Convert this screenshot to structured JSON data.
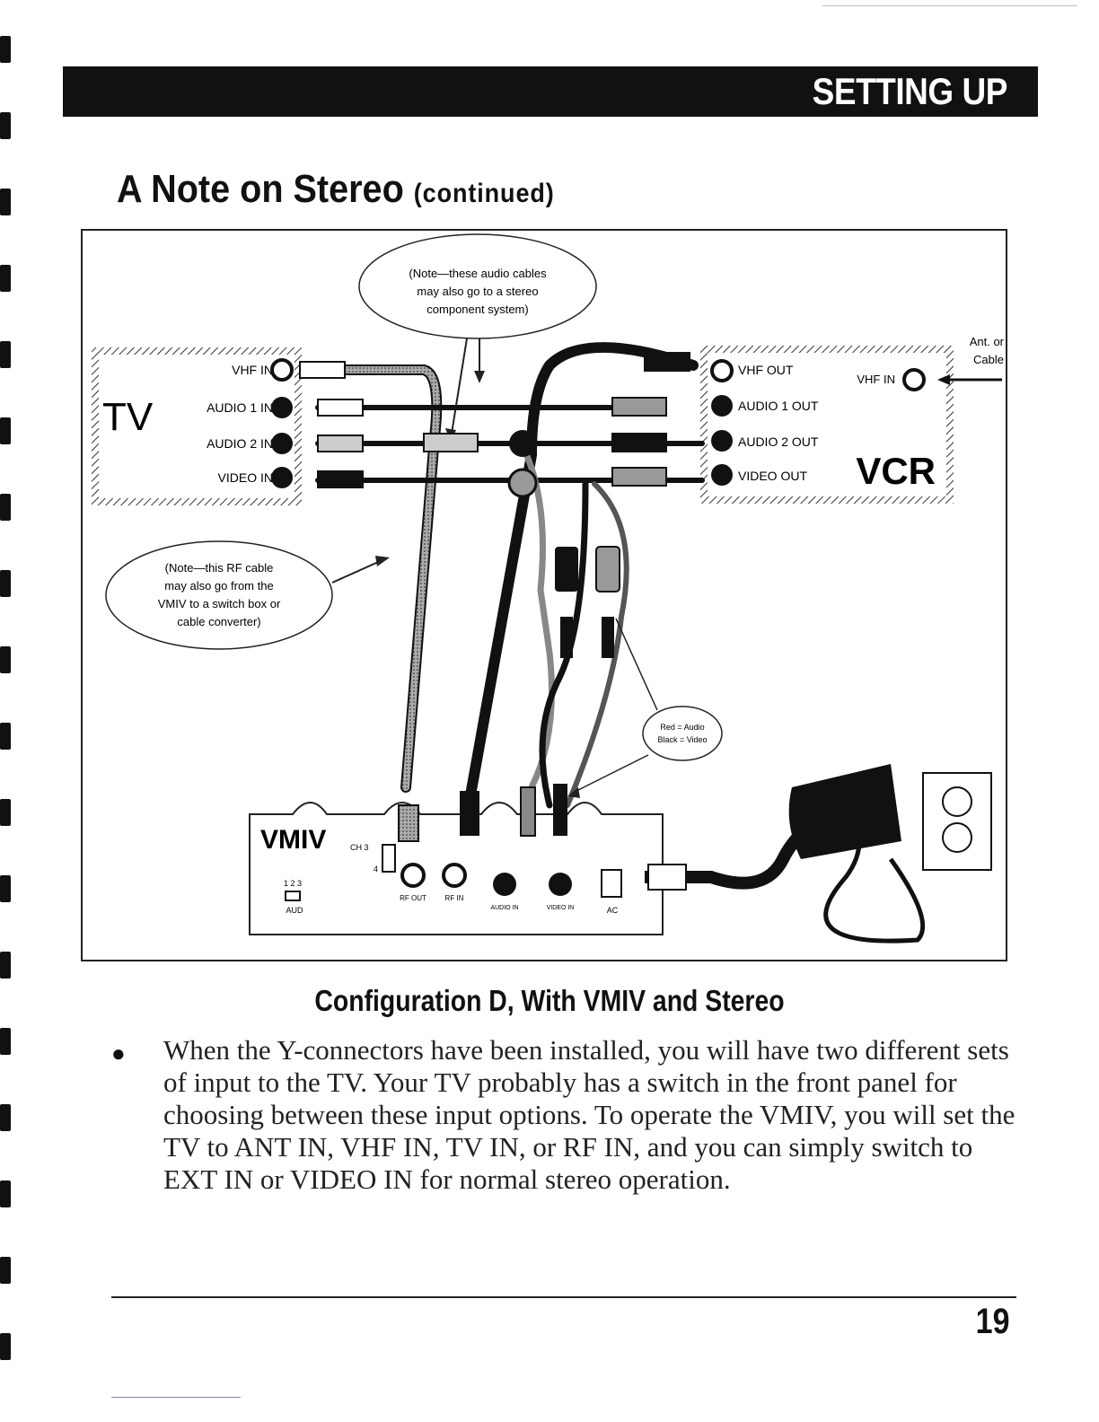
{
  "header": {
    "title": "SETTING UP"
  },
  "page": {
    "title": "A Note on Stereo",
    "subtitle": "(continued)",
    "number": "19"
  },
  "figure": {
    "note_audio": [
      "(Note—these audio cables",
      "may also go to a stereo",
      "component system)"
    ],
    "note_rf": [
      "(Note—this RF cable",
      "may also go from the",
      "VMIV to a switch box or",
      "cable converter)"
    ],
    "tv": {
      "label": "TV",
      "jacks": [
        "VHF IN",
        "AUDIO 1 IN",
        "AUDIO 2 IN",
        "VIDEO IN"
      ]
    },
    "vcr": {
      "label": "VCR",
      "jacks": [
        "VHF OUT",
        "AUDIO 1 OUT",
        "AUDIO 2 OUT",
        "VIDEO OUT"
      ],
      "vhf_in": "VHF IN"
    },
    "ant_label": [
      "Ant. or",
      "Cable"
    ],
    "color_note": [
      "Red = Audio",
      "Black = Video"
    ],
    "vmiv": {
      "label": "VMIV",
      "ch_label": "CH 3",
      "ch4_label": "4",
      "aud_numbers": "1 2 3",
      "aud_label": "AUD",
      "rf_out": "RF OUT",
      "rf_in": "RF IN",
      "audio_in": "AUDIO IN",
      "video_in": "VIDEO IN",
      "ac": "AC"
    }
  },
  "caption": "Configuration D, With VMIV and Stereo",
  "body": "When the Y-connectors have been installed, you will have two different sets of input to the TV.  Your TV probably has a switch in the front panel for choosing between these input options.  To operate the VMIV, you will set the TV to ANT IN, VHF IN, TV IN, or RF IN, and you can simply switch to EXT IN or VIDEO IN for normal stereo operation."
}
